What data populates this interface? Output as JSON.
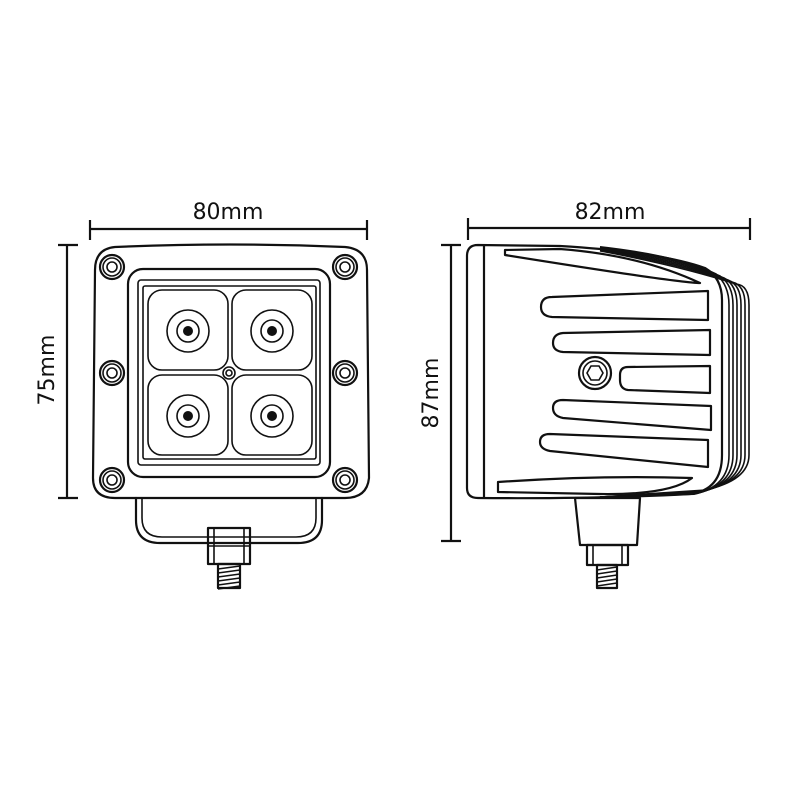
{
  "front_view": {
    "width_label": "80mm",
    "height_label": "75mm",
    "led_count": 4,
    "screw_count": 6
  },
  "side_view": {
    "width_label": "82mm",
    "height_label": "87mm"
  },
  "colors": {
    "line": "#111111",
    "background": "#ffffff"
  }
}
